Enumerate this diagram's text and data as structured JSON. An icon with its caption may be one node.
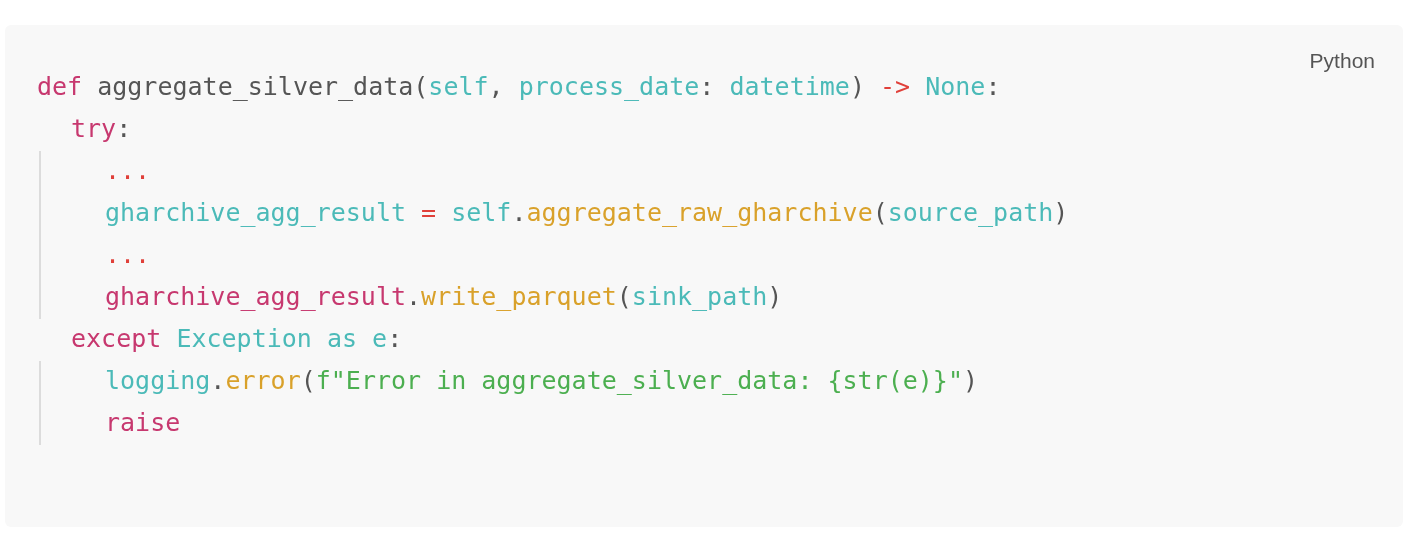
{
  "diagram": {
    "labels": [
      "Python",
      "def aggregate_silver_data(self, process_date: datetime) -> None:",
      "try:",
      "...",
      "gharchive_agg_result = self.aggregate_raw_gharchive(source_path)",
      "...",
      "gharchive_agg_result.write_parquet(sink_path)",
      "except Exception as e:",
      "logging.error(f\"Error in aggregate_silver_data: {str(e)}\")",
      "raise"
    ]
  }
}
